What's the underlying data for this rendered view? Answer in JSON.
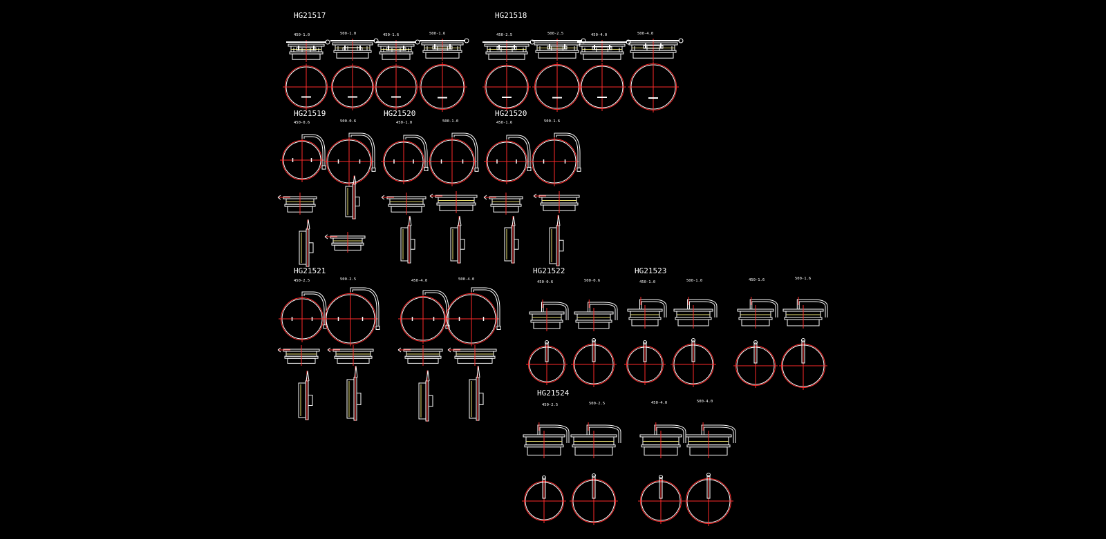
{
  "colors": {
    "background": "#000000",
    "outline": "#ffffff",
    "center_line": "#ff2a2a",
    "accent": "#e8e070"
  },
  "groups": [
    {
      "id": "hg21517",
      "title": "HG21517",
      "size_labels": [
        "450-1.0",
        "500-1.0",
        "450-1.6",
        "500-1.6"
      ]
    },
    {
      "id": "hg21518",
      "title": "HG21518",
      "size_labels": [
        "450-2.5",
        "500-2.5",
        "450-4.0",
        "500-4.0"
      ]
    },
    {
      "id": "hg21519",
      "title": "HG21519",
      "size_labels": [
        "450-0.6",
        "500-0.6"
      ]
    },
    {
      "id": "hg21520a",
      "title": "HG21520",
      "size_labels": [
        "450-1.0",
        "500-1.0"
      ]
    },
    {
      "id": "hg21520b",
      "title": "HG21520",
      "size_labels": [
        "450-1.6",
        "500-1.6"
      ]
    },
    {
      "id": "hg21521",
      "title": "HG21521",
      "size_labels": [
        "450-2.5",
        "500-2.5",
        "450-4.0",
        "500-4.0"
      ]
    },
    {
      "id": "hg21522",
      "title": "HG21522",
      "size_labels": [
        "450-0.6",
        "500-0.6"
      ]
    },
    {
      "id": "hg21523",
      "title": "HG21523",
      "size_labels": [
        "450-1.0",
        "500-1.0",
        "450-1.6",
        "500-1.6"
      ]
    },
    {
      "id": "hg21524",
      "title": "HG21524",
      "size_labels": [
        "450-2.5",
        "500-2.5",
        "450-4.0",
        "500-4.0"
      ]
    }
  ]
}
